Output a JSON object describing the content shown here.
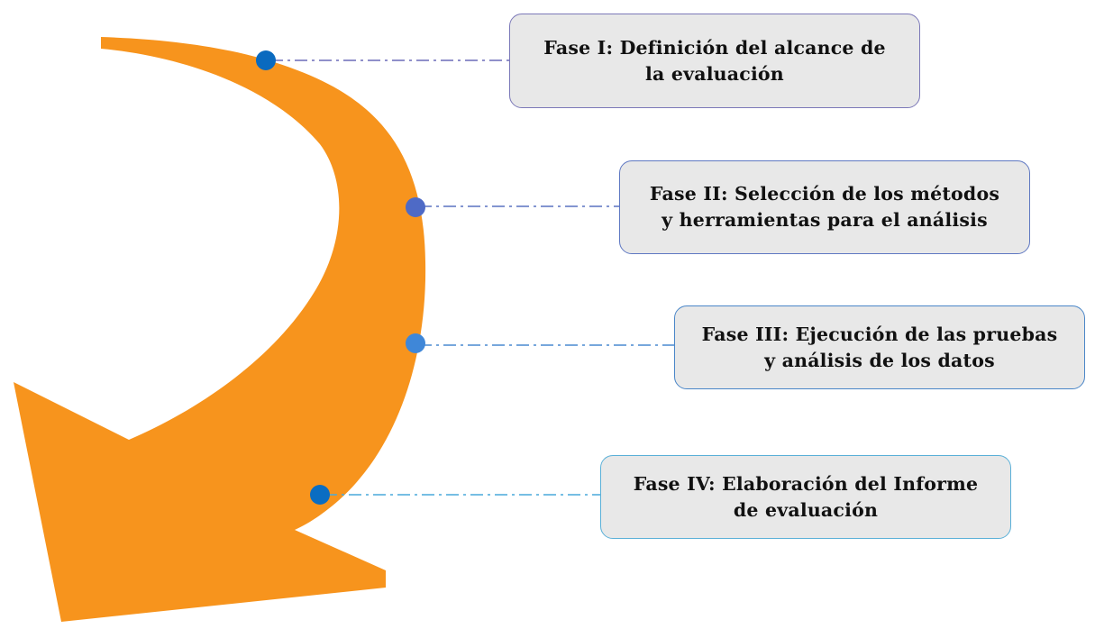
{
  "diagram": {
    "arrow_color": "#f7941d",
    "phases": [
      {
        "label": "Fase I: Definición del alcance de la evaluación",
        "line1": "Fase I: Definición del alcance de",
        "line2": "la evaluación",
        "dot_color": "#0a6abf",
        "line_color": "#6b6bb8",
        "border_color": "#7b78b8"
      },
      {
        "label": "Fase II: Selección de los métodos y herramientas para el análisis",
        "line1": "Fase II: Selección de los métodos",
        "line2": "y herramientas para el análisis",
        "dot_color": "#4e6ac6",
        "line_color": "#5a72c0",
        "border_color": "#5f78c2"
      },
      {
        "label": "Fase III: Ejecución de las pruebas y análisis de los datos",
        "line1": "Fase III: Ejecución de las pruebas",
        "line2": "y análisis de los datos",
        "dot_color": "#3f87d8",
        "line_color": "#4a8ad0",
        "border_color": "#4a86c8"
      },
      {
        "label": "Fase IV: Elaboración del Informe de evaluación",
        "line1": "Fase IV: Elaboración del Informe",
        "line2": "de evaluación",
        "dot_color": "#0a6dc2",
        "line_color": "#49a9dc",
        "border_color": "#5ab0d8"
      }
    ]
  }
}
